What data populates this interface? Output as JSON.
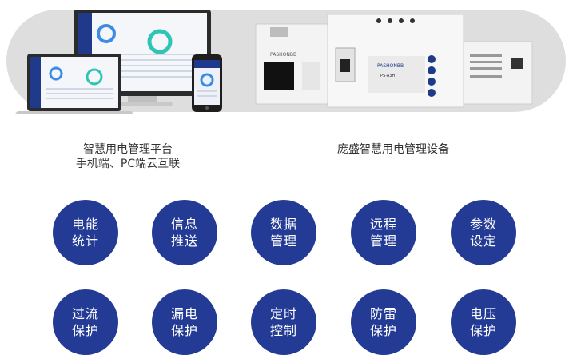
{
  "captions": {
    "left_line1": "智慧用电管理平台",
    "left_line2": "手机端、PC端云互联",
    "right": "庞盛智慧用电管理设备"
  },
  "device_brand": "PASHONBB",
  "device_model": "PS-A3H",
  "features": [
    {
      "line1": "电能",
      "line2": "统计"
    },
    {
      "line1": "信息",
      "line2": "推送"
    },
    {
      "line1": "数据",
      "line2": "管理"
    },
    {
      "line1": "远程",
      "line2": "管理"
    },
    {
      "line1": "参数",
      "line2": "设定"
    },
    {
      "line1": "过流",
      "line2": "保护"
    },
    {
      "line1": "漏电",
      "line2": "保护"
    },
    {
      "line1": "定时",
      "line2": "控制"
    },
    {
      "line1": "防雷",
      "line2": "保护"
    },
    {
      "line1": "电压",
      "line2": "保护"
    }
  ],
  "colors": {
    "accent": "#243b95",
    "banner": "#dcdcdc"
  }
}
